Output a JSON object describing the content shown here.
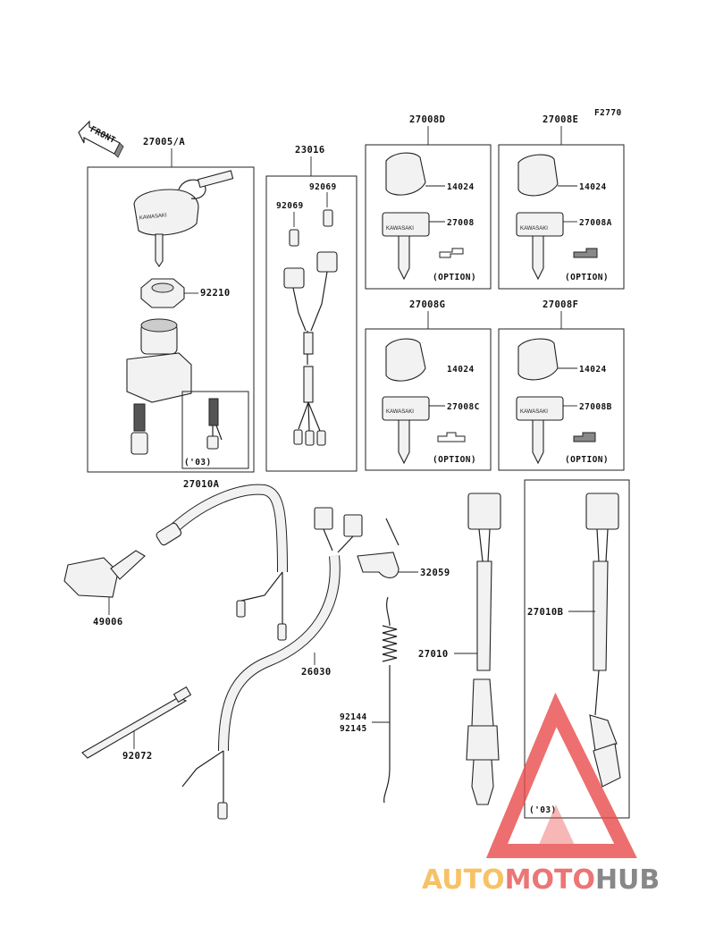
{
  "diagram_code": "F2770",
  "front_arrow": "FRONT",
  "watermark": {
    "part1": "AUTO",
    "part2": "MOTO",
    "part3": "HUB",
    "colors": {
      "auto": "#f6b340",
      "moto": "#e85353",
      "hub": "#6b6b6b",
      "logo": "#e94b4b"
    }
  },
  "labels": {
    "p27005A": "27005/A",
    "p92210": "92210",
    "p03a": "('03)",
    "p23016": "23016",
    "p92069a": "92069",
    "p92069b": "92069",
    "p27008D": "27008D",
    "p14024a": "14024",
    "p27008": "27008",
    "opt1": "(OPTION)",
    "p27008E": "27008E",
    "p14024b": "14024",
    "p27008A": "27008A",
    "opt2": "(OPTION)",
    "p27008G": "27008G",
    "p14024c": "14024",
    "p27008C": "27008C",
    "opt3": "(OPTION)",
    "p27008F": "27008F",
    "p14024d": "14024",
    "p27008B": "27008B",
    "opt4": "(OPTION)",
    "p27010A": "27010A",
    "p49006": "49006",
    "p26030": "26030",
    "p32059": "32059",
    "p27010": "27010",
    "p27010B": "27010B",
    "p92144": "92144",
    "p92145": "92145",
    "p92072": "92072",
    "p03b": "('03)"
  },
  "brand_on_keys": "KAWASAKI"
}
